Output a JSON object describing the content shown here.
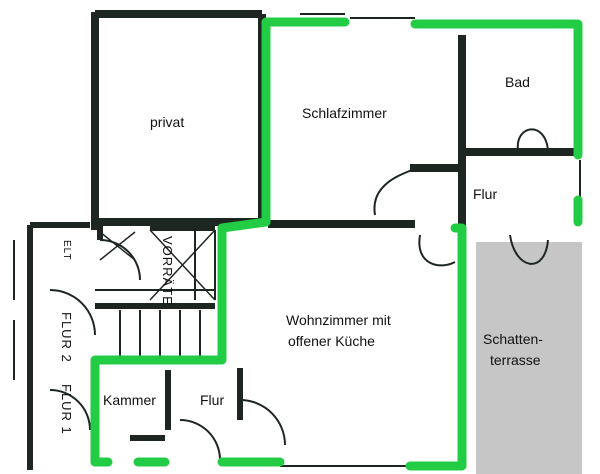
{
  "rooms": {
    "privat": "privat",
    "schlafzimmer": "Schlafzimmer",
    "bad": "Bad",
    "flur_upper": "Flur",
    "wohnzimmer_line1": "Wohnzimmer mit",
    "wohnzimmer_line2": "offener Küche",
    "terrasse_line1": "Schatten-",
    "terrasse_line2": "terrasse",
    "kammer": "Kammer",
    "flur_lower": "Flur",
    "vorraete": "VORRÄTE",
    "flur2": "FLUR 2",
    "flur1": "FLUR 1",
    "elt": "ELT"
  },
  "colors": {
    "highlight": "#22cc44",
    "wall": "#1e2622",
    "terrace": "#c6c6c6"
  }
}
